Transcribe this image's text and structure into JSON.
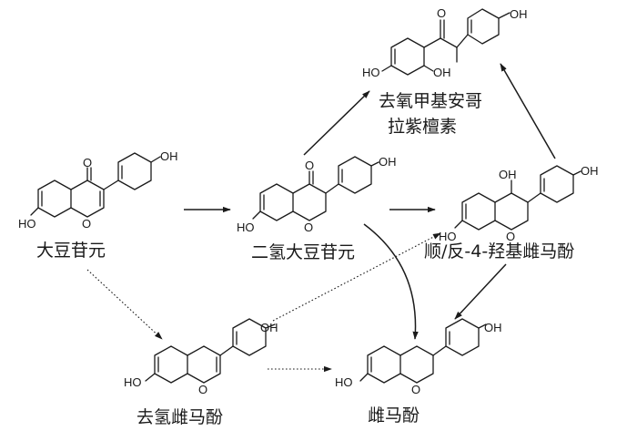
{
  "labels": {
    "daidzein": "大豆苷元",
    "dihydrodaidzein": "二氢大豆苷元",
    "tetrahydrodaidzein": "顺/反-4-羟基雌马酚",
    "dehydroequol": "去氢雌马酚",
    "equol": "雌马酚",
    "odma_line1": "去氧甲基安哥",
    "odma_line2": "拉紫檀素"
  },
  "atoms": {
    "oh": "OH",
    "o": "O",
    "ho": "HO"
  }
}
